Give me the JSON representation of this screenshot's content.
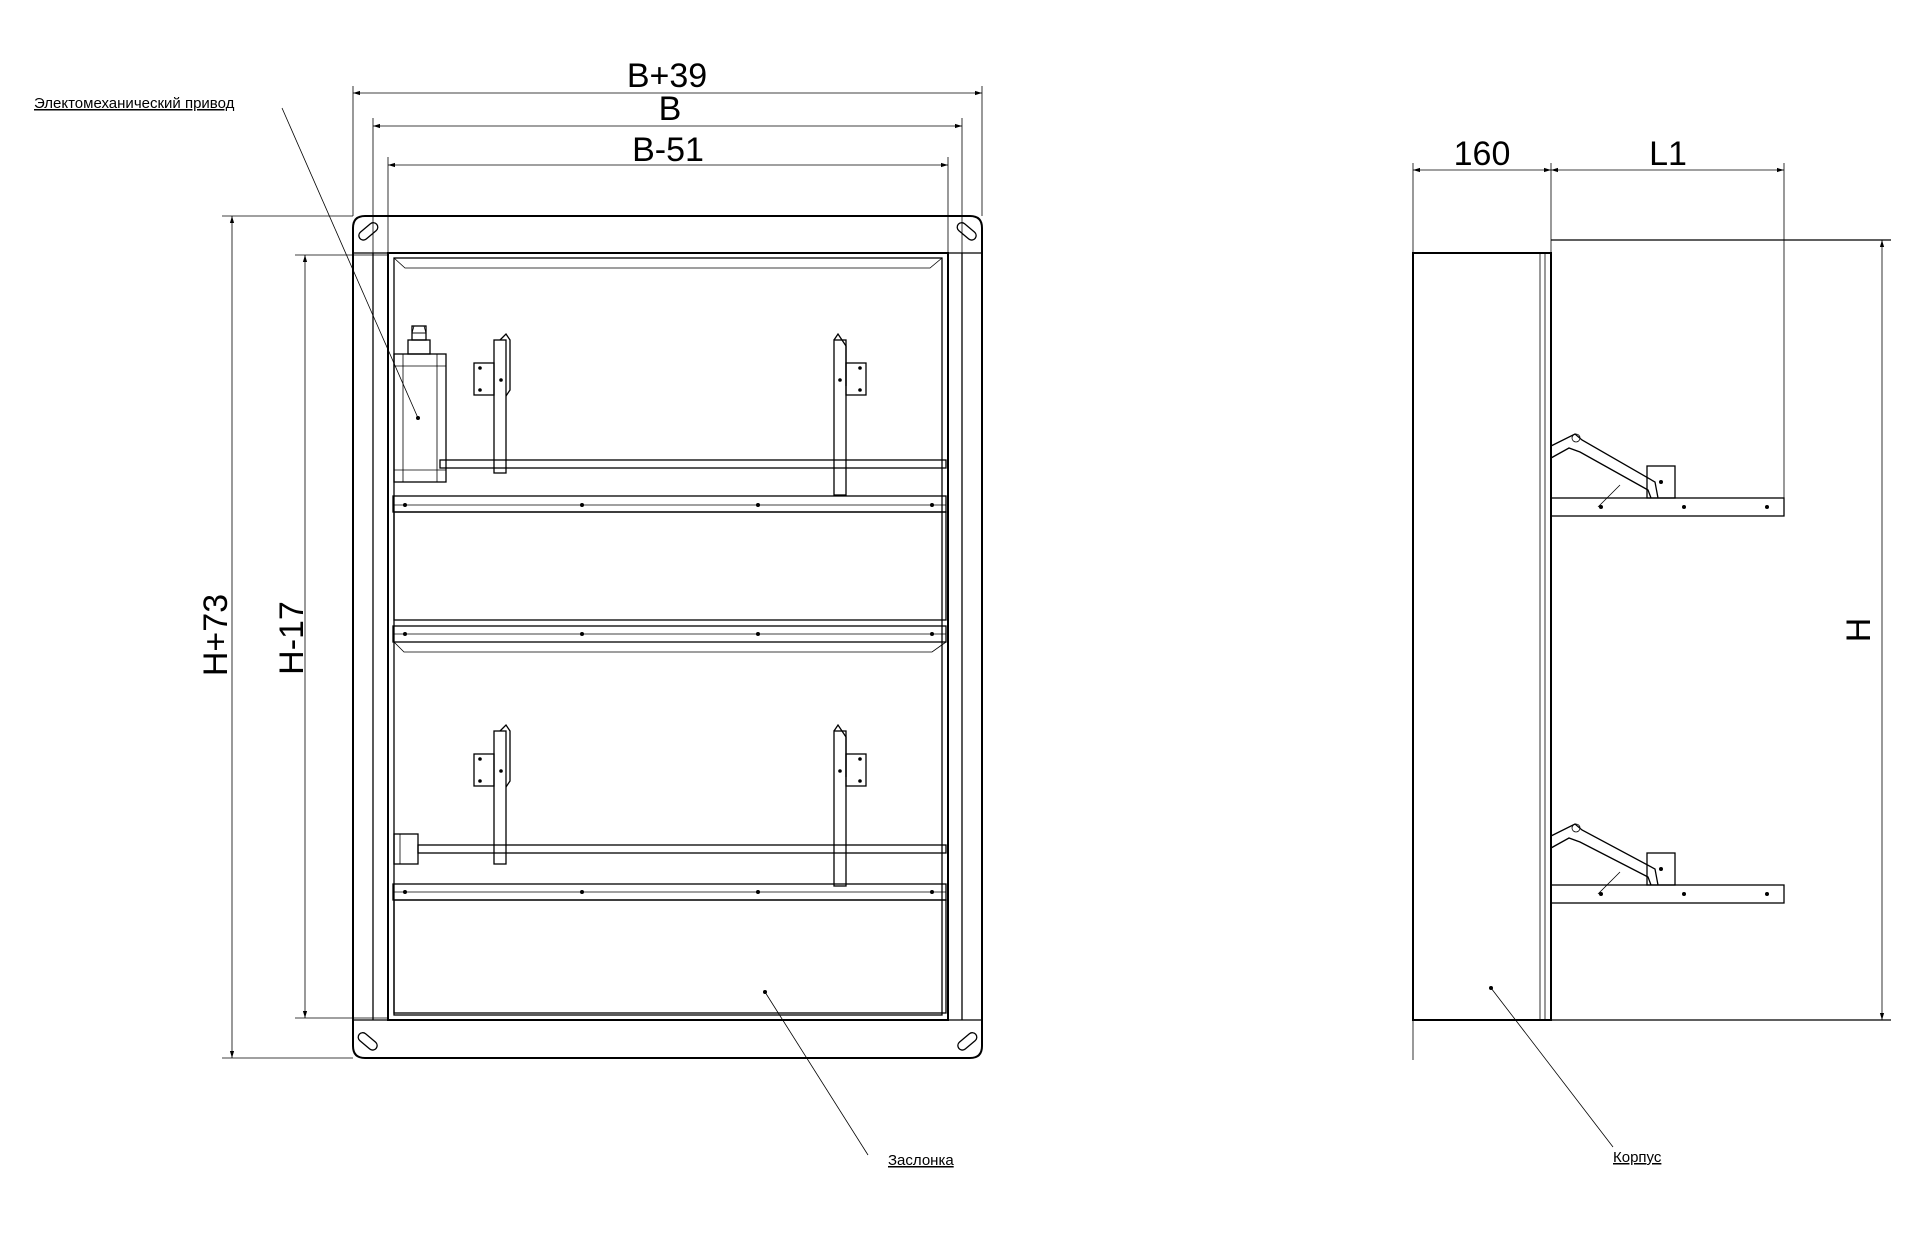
{
  "front_view": {
    "dimensions": {
      "width_outer": "B+39",
      "width_nominal": "B",
      "width_inner": "B-51",
      "height_outer": "H+73",
      "height_inner": "H-17"
    },
    "callouts": {
      "actuator": "Электомеханический привод",
      "damper": "Заслонка"
    }
  },
  "side_view": {
    "dimensions": {
      "depth": "160",
      "blade_extension": "L1",
      "height": "H"
    },
    "callouts": {
      "housing": "Корпус"
    }
  }
}
